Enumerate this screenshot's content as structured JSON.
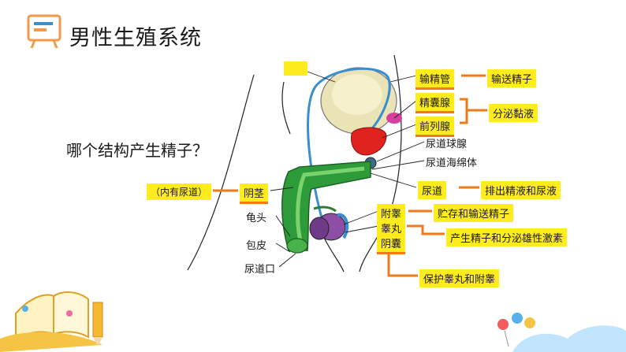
{
  "title": "男性生殖系统",
  "question": "哪个结构产生精子？",
  "labels": {
    "top_hidden": "",
    "vas_deferens": "输精管",
    "seminal_vesicle": "精囊腺",
    "prostate": "前列腺",
    "bulbourethral_gland": "尿道球腺",
    "corpus_spongiosum": "尿道海绵体",
    "urethra": "尿道",
    "penis": "阴茎",
    "penis_note": "（内有尿道）",
    "glans": "龟头",
    "foreskin": "包皮",
    "urethral_opening": "尿道口",
    "epididymis": "附睾",
    "testis": "睾丸",
    "scrotum": "阴囊"
  },
  "functions": {
    "vas_deferens": "输送精子",
    "glands": "分泌黏液",
    "urethra": "排出精液和尿液",
    "epididymis": "贮存和输送精子",
    "testis": "产生精子和分泌雄性激素",
    "scrotum": "保护睾丸和附睾"
  },
  "colors": {
    "highlight": "#ffec1f",
    "connector": "#f07a1a",
    "board_icon": "#f2994a",
    "penis_green": "#2e9b3a",
    "bladder": "#e9e3b5",
    "prostate": "#e0231e",
    "vas": "#3a8ed0"
  },
  "icons": [
    "presentation-board-icon",
    "open-book-icon",
    "pencil-icon",
    "balloon-icon"
  ]
}
